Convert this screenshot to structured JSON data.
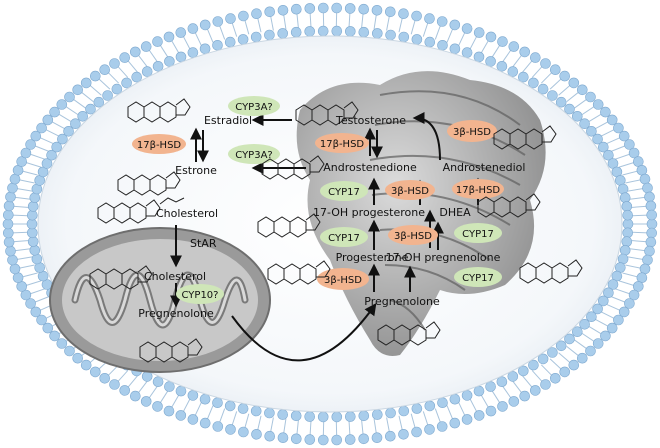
{
  "labels": {
    "estradiol": "Estradiol",
    "estrone": "Estrone",
    "testosterone": "Testosterone",
    "androstenedione": "Androstenedione",
    "androstenediol": "Androstenediol",
    "cholesterol_cyto": "Cholesterol",
    "cholesterol_mito": "Cholesterol",
    "pregnenolone_mito": "Pregnenolone",
    "pregnenolone_er": "Pregnenolone",
    "hydroxyprogesterone": "17-OH progesterone",
    "progesterone": "Progesterone",
    "dhea": "DHEA",
    "hydroxypregnenolone": "17-OH pregnenolone",
    "star": "StAR"
  },
  "enzymes": {
    "cyp3a_1": "CYP3A?",
    "cyp3a_2": "CYP3A?",
    "hsd17_left": "17β-HSD",
    "hsd17_center": "17β-HSD",
    "hsd3_top": "3β-HSD",
    "cyp17_1": "CYP17",
    "hsd3_mid": "3β-HSD",
    "hsd17_right": "17β-HSD",
    "cyp17_2": "CYP17",
    "hsd3_low": "3β-HSD",
    "cyp17_3": "CYP17",
    "hsd3_bottom": "3β-HSD",
    "cyp17_4": "CYP17",
    "cyp10": "CYP10?"
  },
  "colors": {
    "cyp_green": "#cfe6b8",
    "hsd_orange": "#f2b48f",
    "membrane_blue": "#a9cdeb",
    "cell_fill": "#eff3f7",
    "organelle_gray": "#8a8a8a",
    "arrow": "#111111"
  }
}
